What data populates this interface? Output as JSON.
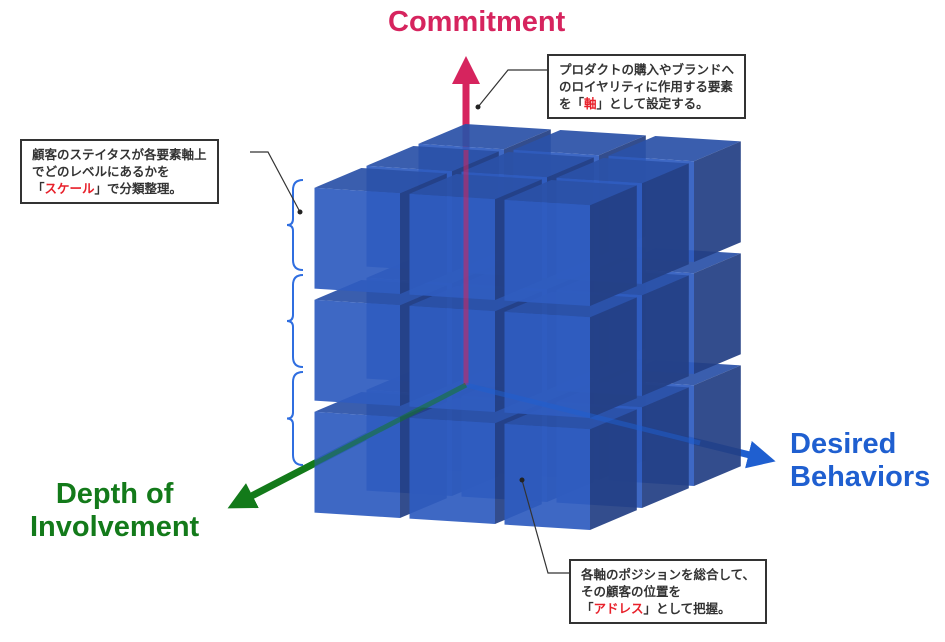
{
  "axes": {
    "commitment": "Commitment",
    "desired_behaviors": [
      "Desired",
      "Behaviors"
    ],
    "depth_of_involvement": [
      "Depth of",
      "Involvement"
    ]
  },
  "notes": {
    "axis": {
      "line1": "プロダクトの購入やブランドへ",
      "line2": "のロイヤリティに作用する要素",
      "pre": "を「",
      "highlight": "軸",
      "post": "」として設定する。"
    },
    "scale": {
      "line1": "顧客のステイタスが各要素軸上",
      "line2": "でどのレベルにあるかを",
      "pre": "「",
      "highlight": "スケール",
      "post": "」で分類整理。"
    },
    "address": {
      "line1": "各軸のポジションを総合して、",
      "line2": "その顧客の位置を",
      "pre": "「",
      "highlight": "アドレス",
      "post": "」として把握。"
    }
  },
  "colors": {
    "commitment": "#d6245e",
    "desired_behaviors": "#1f5fd0",
    "depth": "#137a1a",
    "cube_front": "#2f5cbf",
    "cube_side": "#233f84",
    "cube_top": "#2b52a8",
    "highlight": "#e8202a"
  }
}
